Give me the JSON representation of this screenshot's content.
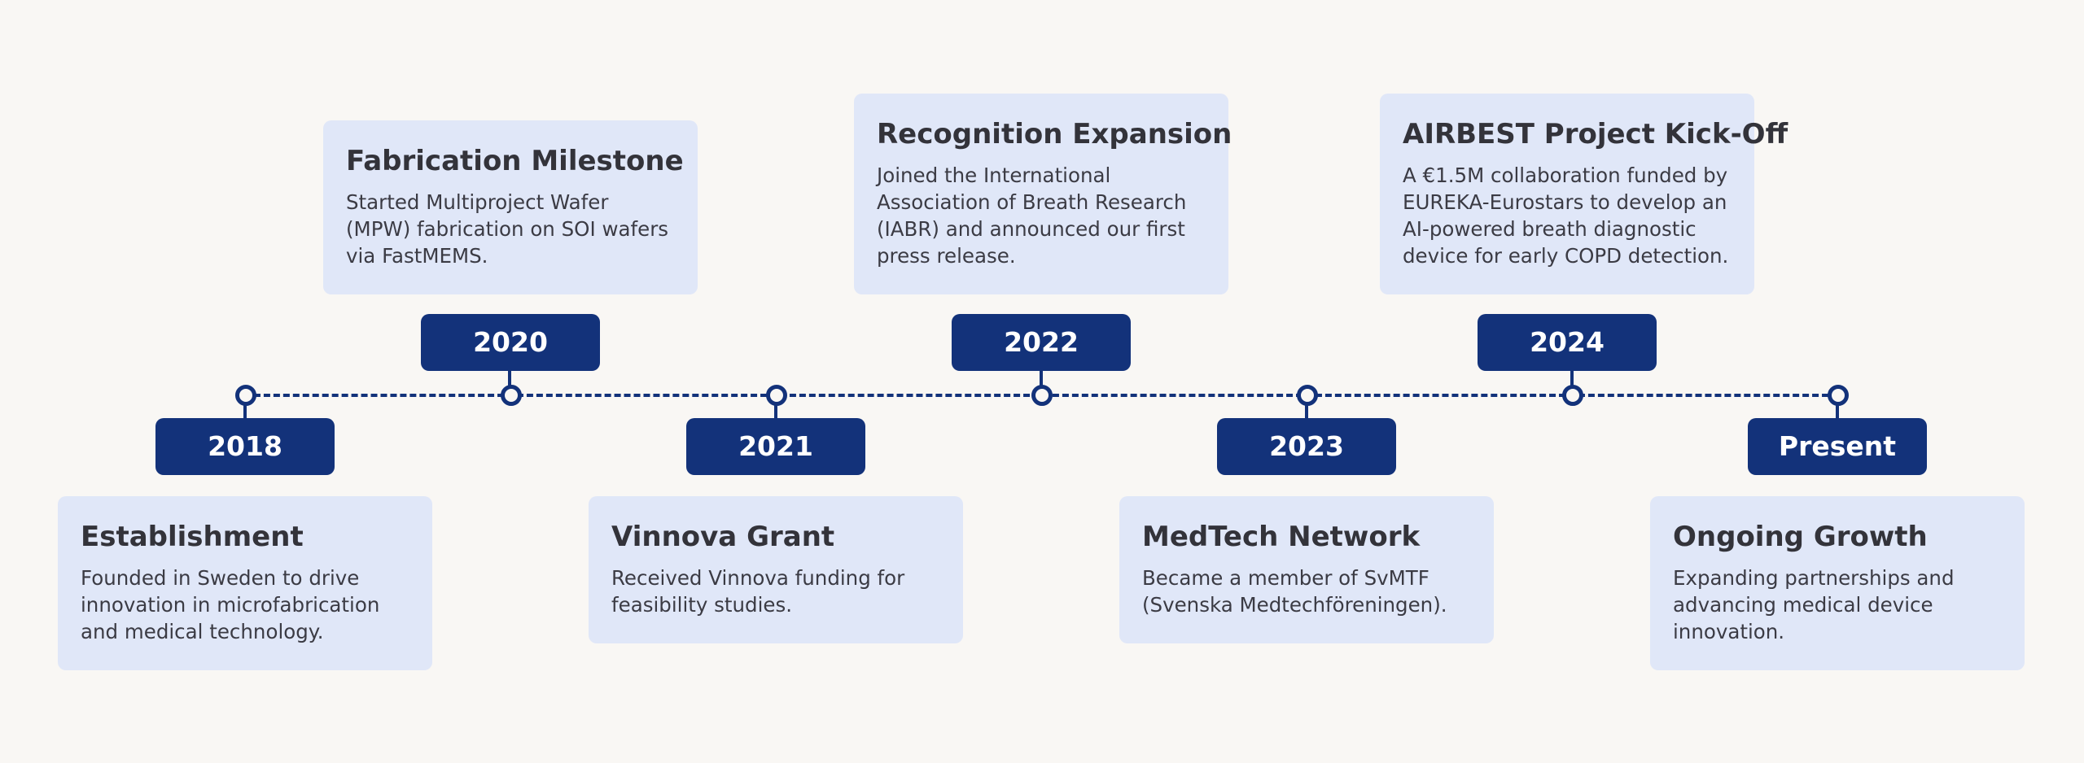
{
  "timeline": {
    "milestones": [
      {
        "year": "2018",
        "title": "Establishment",
        "description": "Founded in Sweden to drive innovation in microfabrication and medical technology."
      },
      {
        "year": "2020",
        "title": "Fabrication Milestone",
        "description": "Started Multiproject Wafer (MPW) fabrication on SOI wafers via FastMEMS."
      },
      {
        "year": "2021",
        "title": "Vinnova Grant",
        "description": "Received Vinnova funding for feasibility studies."
      },
      {
        "year": "2022",
        "title": "Recognition Expansion",
        "description": "Joined the International Association of Breath Research (IABR) and announced our first press release."
      },
      {
        "year": "2023",
        "title": "MedTech Network",
        "description": "Became a member of SvMTF (Svenska Medtechföreningen)."
      },
      {
        "year": "2024",
        "title": "AIRBEST Project Kick-Off",
        "description": "A €1.5M collaboration funded by EUREKA-Eurostars to develop an AI-powered breath diagnostic device for early COPD detection."
      },
      {
        "year": "Present",
        "title": "Ongoing Growth",
        "description": "Expanding partnerships and advancing medical device innovation."
      }
    ]
  },
  "colors": {
    "background": "#f9f7f4",
    "accent": "#13327a",
    "card": "#e0e7f8"
  }
}
